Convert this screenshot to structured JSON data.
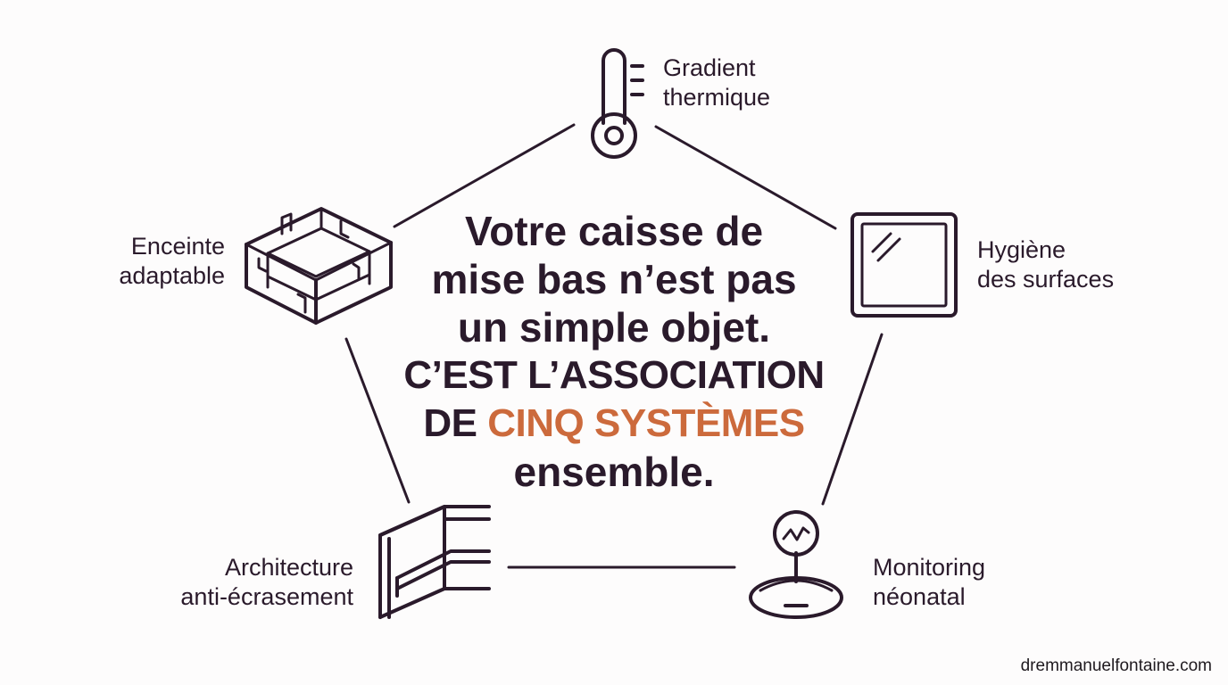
{
  "central": {
    "line1": "Votre caisse de",
    "line2": "mise bas n’est pas",
    "line3": "un simple objet.",
    "line4": "C’EST L’ASSOCIATION",
    "line5_prefix": "DE ",
    "line5_accent": "CINQ SYSTÈMES",
    "line6": "ensemble."
  },
  "nodes": {
    "thermal": {
      "line1": "Gradient",
      "line2": "thermique",
      "icon": "thermometer-icon"
    },
    "hygiene": {
      "line1": "Hygiène",
      "line2": "des surfaces",
      "icon": "surface-panel-icon"
    },
    "monitoring": {
      "line1": "Monitoring",
      "line2": "néonatal",
      "icon": "sensor-monitor-icon"
    },
    "architecture": {
      "line1": "Architecture",
      "line2": "anti-écrasement",
      "icon": "anti-crush-rail-icon"
    },
    "enclosure": {
      "line1": "Enceinte",
      "line2": "adaptable",
      "icon": "modular-enclosure-icon"
    }
  },
  "footer": {
    "site": "dremmanuelfontaine.com"
  },
  "colors": {
    "text": "#2a1a2b",
    "accent": "#cc6a3c",
    "background": "#fdfcfc"
  }
}
